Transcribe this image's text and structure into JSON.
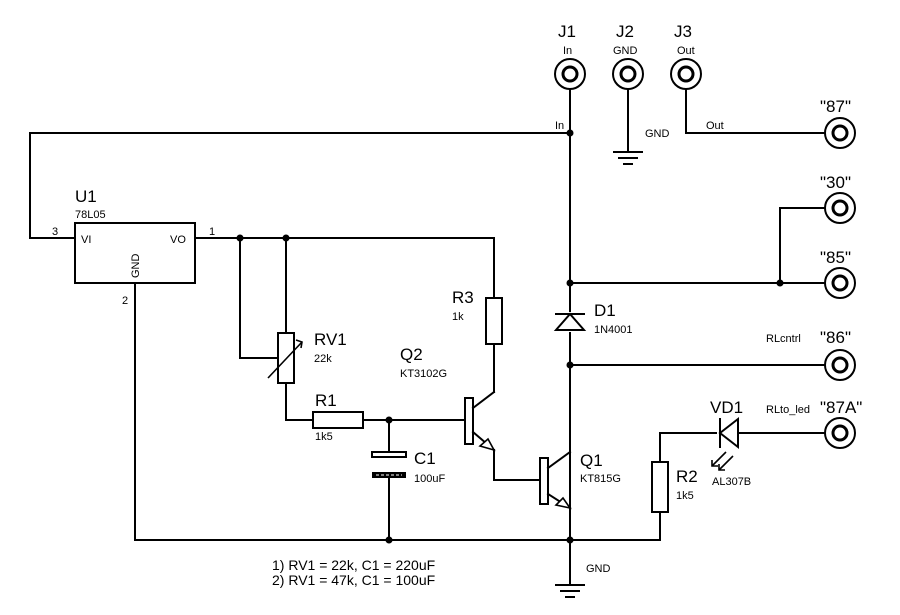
{
  "connectors": {
    "j1": {
      "ref": "J1",
      "label": "In"
    },
    "j2": {
      "ref": "J2",
      "label": "GND"
    },
    "j3": {
      "ref": "J3",
      "label": "Out"
    }
  },
  "terminals": {
    "t87": "\"87\"",
    "t30": "\"30\"",
    "t85": "\"85\"",
    "t86": "\"86\"",
    "t87a": "\"87A\""
  },
  "nets": {
    "in": "In",
    "gnd_j2": "GND",
    "out": "Out",
    "rlcntrl": "RLcntrl",
    "rlto_led": "RLto_led",
    "gnd_main": "GND"
  },
  "u1": {
    "ref": "U1",
    "value": "78L05",
    "pin_vi": "VI",
    "pin_vo": "VO",
    "pin_gnd": "GND",
    "pin1": "1",
    "pin2": "2",
    "pin3": "3"
  },
  "rv1": {
    "ref": "RV1",
    "value": "22k"
  },
  "r1": {
    "ref": "R1",
    "value": "1k5"
  },
  "r2": {
    "ref": "R2",
    "value": "1k5"
  },
  "r3": {
    "ref": "R3",
    "value": "1k"
  },
  "c1": {
    "ref": "C1",
    "value": "100uF"
  },
  "q1": {
    "ref": "Q1",
    "value": "KT815G"
  },
  "q2": {
    "ref": "Q2",
    "value": "KT3102G"
  },
  "d1": {
    "ref": "D1",
    "value": "1N4001"
  },
  "vd1": {
    "ref": "VD1",
    "value": "AL307B"
  },
  "notes": {
    "line1": "1) RV1 = 22k, C1 = 220uF",
    "line2": "2) RV1 = 47k, C1 = 100uF"
  }
}
